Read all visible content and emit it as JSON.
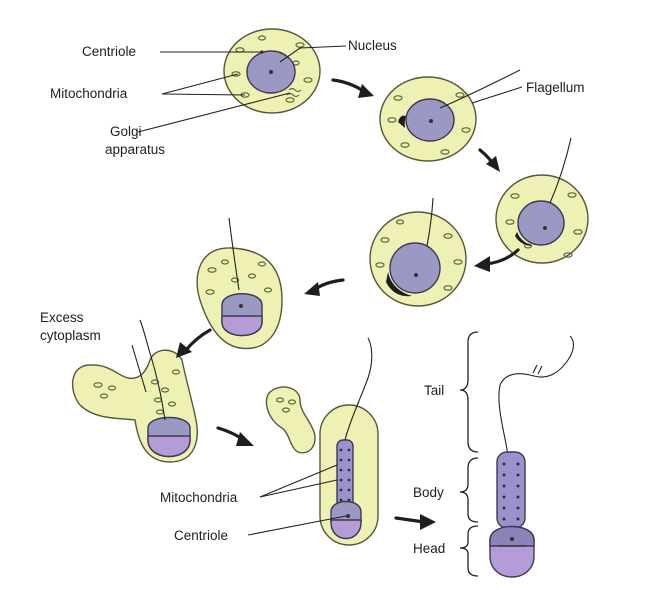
{
  "labels": {
    "centriole_top": "Centriole",
    "nucleus": "Nucleus",
    "mitochondria_top": "Mitochondria",
    "flagellum": "Flagellum",
    "golgi_line1": "Golgi",
    "golgi_line2": "apparatus",
    "excess_line1": "Excess",
    "excess_line2": "cytoplasm",
    "mitochondria_bottom": "Mitochondria",
    "centriole_bottom": "Centriole",
    "tail": "Tail",
    "body": "Body",
    "head": "Head"
  },
  "colors": {
    "cytoplasm": "#eef0b4",
    "nucleus": "#9b98c4",
    "head": "#b69cd6"
  }
}
